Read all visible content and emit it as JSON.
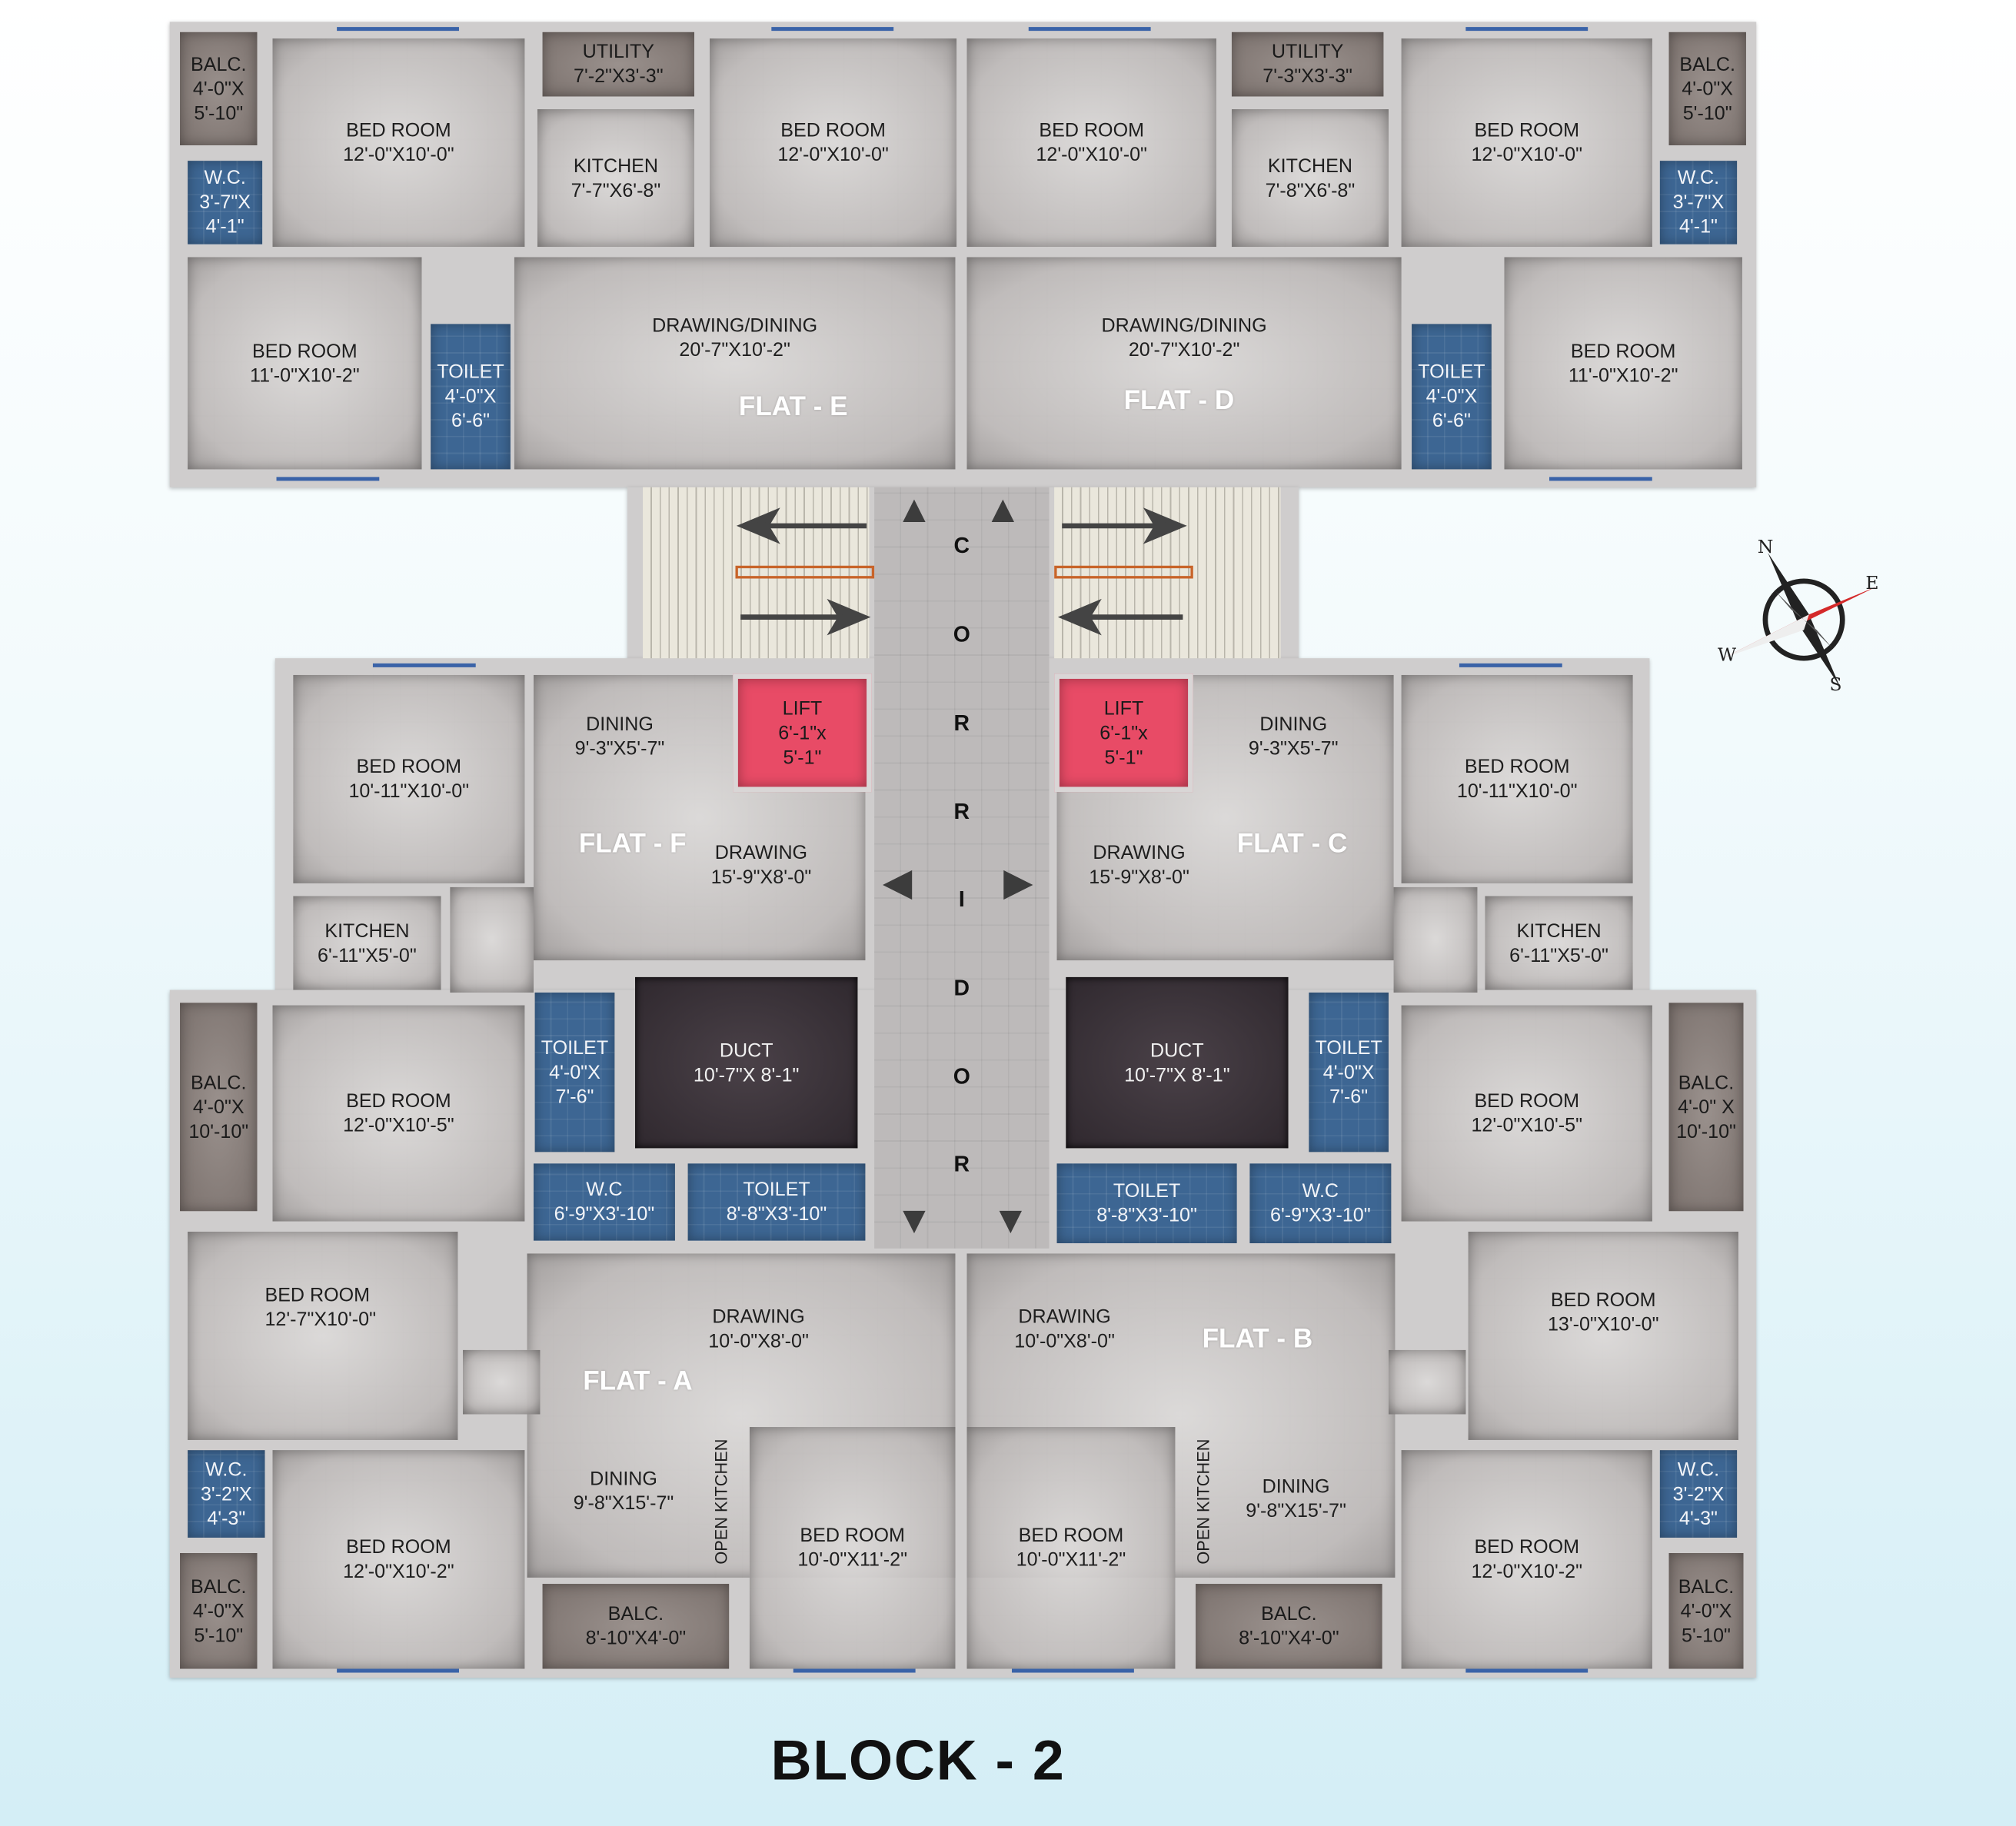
{
  "title": "BLOCK - 2",
  "corridor_letters": [
    "C",
    "O",
    "R",
    "R",
    "I",
    "D",
    "O",
    "R"
  ],
  "compass": {
    "n": "N",
    "e": "E",
    "s": "S",
    "w": "W"
  },
  "flats": {
    "e": "FLAT - E",
    "d": "FLAT - D",
    "f": "FLAT - F",
    "c": "FLAT - C",
    "a": "FLAT - A",
    "b": "FLAT - B"
  },
  "rooms": [
    {
      "name": "BALC.",
      "dim": "4'-0\"X 5'-10\""
    },
    {
      "name": "W.C.",
      "dim": "3'-7\"X 4'-1\""
    },
    {
      "name": "BED ROOM",
      "dim": "12'-0\"X10'-0\""
    },
    {
      "name": "UTILITY",
      "dim": "7'-2\"X3'-3\""
    },
    {
      "name": "KITCHEN",
      "dim": "7'-7\"X6'-8\""
    },
    {
      "name": "BED ROOM",
      "dim": "12'-0\"X10'-0\""
    },
    {
      "name": "BED ROOM",
      "dim": "12'-0\"X10'-0\""
    },
    {
      "name": "UTILITY",
      "dim": "7'-3\"X3'-3\""
    },
    {
      "name": "KITCHEN",
      "dim": "7'-8\"X6'-8\""
    },
    {
      "name": "BED ROOM",
      "dim": "12'-0\"X10'-0\""
    },
    {
      "name": "BALC.",
      "dim": "4'-0\"X 5'-10\""
    },
    {
      "name": "W.C.",
      "dim": "3'-7\"X 4'-1\""
    },
    {
      "name": "BED ROOM",
      "dim": "11'-0\"X10'-2\""
    },
    {
      "name": "TOILET",
      "dim": "4'-0\"X 6'-6\""
    },
    {
      "name": "DRAWING/DINING",
      "dim": "20'-7\"X10'-2\""
    },
    {
      "name": "DRAWING/DINING",
      "dim": "20'-7\"X10'-2\""
    },
    {
      "name": "TOILET",
      "dim": "4'-0\"X 6'-6\""
    },
    {
      "name": "BED ROOM",
      "dim": "11'-0\"X10'-2\""
    },
    {
      "name": "BED ROOM",
      "dim": "10'-11\"X10'-0\""
    },
    {
      "name": "DINING",
      "dim": "9'-3\"X5'-7\""
    },
    {
      "name": "LIFT",
      "dim": "6'-1\"x 5'-1\""
    },
    {
      "name": "LIFT",
      "dim": "6'-1\"x 5'-1\""
    },
    {
      "name": "DINING",
      "dim": "9'-3\"X5'-7\""
    },
    {
      "name": "BED ROOM",
      "dim": "10'-11\"X10'-0\""
    },
    {
      "name": "DRAWING",
      "dim": "15'-9\"X8'-0\""
    },
    {
      "name": "DRAWING",
      "dim": "15'-9\"X8'-0\""
    },
    {
      "name": "KITCHEN",
      "dim": "6'-11\"X5'-0\""
    },
    {
      "name": "KITCHEN",
      "dim": "6'-11\"X5'-0\""
    },
    {
      "name": "BALC.",
      "dim": "4'-0\"X 10'-10\""
    },
    {
      "name": "BED ROOM",
      "dim": "12'-0\"X10'-5\""
    },
    {
      "name": "TOILET",
      "dim": "4'-0\"X 7'-6\""
    },
    {
      "name": "DUCT",
      "dim": "10'-7\"X 8'-1\""
    },
    {
      "name": "W.C",
      "dim": "6'-9\"X3'-10\""
    },
    {
      "name": "TOILET",
      "dim": "8'-8\"X3'-10\""
    },
    {
      "name": "TOILET",
      "dim": "8'-8\"X3'-10\""
    },
    {
      "name": "W.C",
      "dim": "6'-9\"X3'-10\""
    },
    {
      "name": "DUCT",
      "dim": "10'-7\"X 8'-1\""
    },
    {
      "name": "TOILET",
      "dim": "4'-0\"X 7'-6\""
    },
    {
      "name": "BED ROOM",
      "dim": "12'-0\"X10'-5\""
    },
    {
      "name": "BALC.",
      "dim": "4'-0\" X 10'-10\""
    },
    {
      "name": "BED ROOM",
      "dim": "12'-7\"X10'-0\""
    },
    {
      "name": "DRAWING",
      "dim": "10'-0\"X8'-0\""
    },
    {
      "name": "DRAWING",
      "dim": "10'-0\"X8'-0\""
    },
    {
      "name": "BED ROOM",
      "dim": "13'-0\"X10'-0\""
    },
    {
      "name": "W.C.",
      "dim": "3'-2\"X 4'-3\""
    },
    {
      "name": "W.C.",
      "dim": "3'-2\"X 4'-3\""
    },
    {
      "name": "DINING",
      "dim": "9'-8\"X15'-7\""
    },
    {
      "name": "DINING",
      "dim": "9'-8\"X15'-7\""
    },
    {
      "name": "BED ROOM",
      "dim": "12'-0\"X10'-2\""
    },
    {
      "name": "BED ROOM",
      "dim": "10'-0\"X11'-2\""
    },
    {
      "name": "BED ROOM",
      "dim": "10'-0\"X11'-2\""
    },
    {
      "name": "BED ROOM",
      "dim": "12'-0\"X10'-2\""
    },
    {
      "name": "BALC.",
      "dim": "4'-0\"X 5'-10\""
    },
    {
      "name": "BALC.",
      "dim": "8'-10\"X4'-0\""
    },
    {
      "name": "BALC.",
      "dim": "8'-10\"X4'-0\""
    },
    {
      "name": "BALC.",
      "dim": "4'-0\"X 5'-10\""
    }
  ],
  "open_kitchen": "OPEN KITCHEN",
  "colors": {
    "wet": "#3d6693",
    "lift": "#e84b66",
    "duct": "#2f282e",
    "balcony": "#857b77",
    "window": "#3a63a8"
  }
}
